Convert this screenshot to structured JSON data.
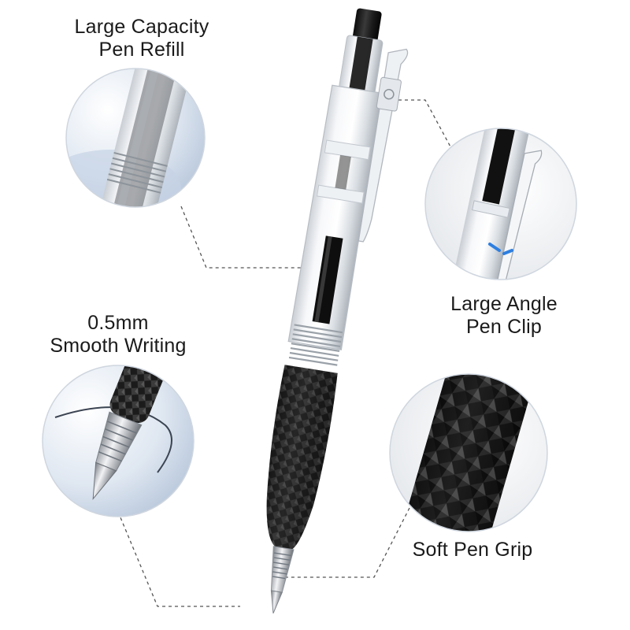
{
  "callouts": {
    "refill": {
      "line1": "Large Capacity",
      "line2": "Pen Refill",
      "icon": "refill-closeup-image"
    },
    "writing": {
      "line1": "0.5mm",
      "line2": "Smooth Writing",
      "icon": "tip-closeup-image"
    },
    "clip": {
      "line1": "Large Angle",
      "line2": "Pen Clip",
      "icon": "clip-closeup-image"
    },
    "grip": {
      "line1": "Soft Pen Grip",
      "icon": "grip-closeup-image"
    }
  },
  "colors": {
    "pen_body": "#1c1c1c",
    "barrel_clear": "#e9ecef",
    "callout_border": "#cfd6df",
    "dashed_line": "#555555",
    "text": "#1a1a1a"
  }
}
